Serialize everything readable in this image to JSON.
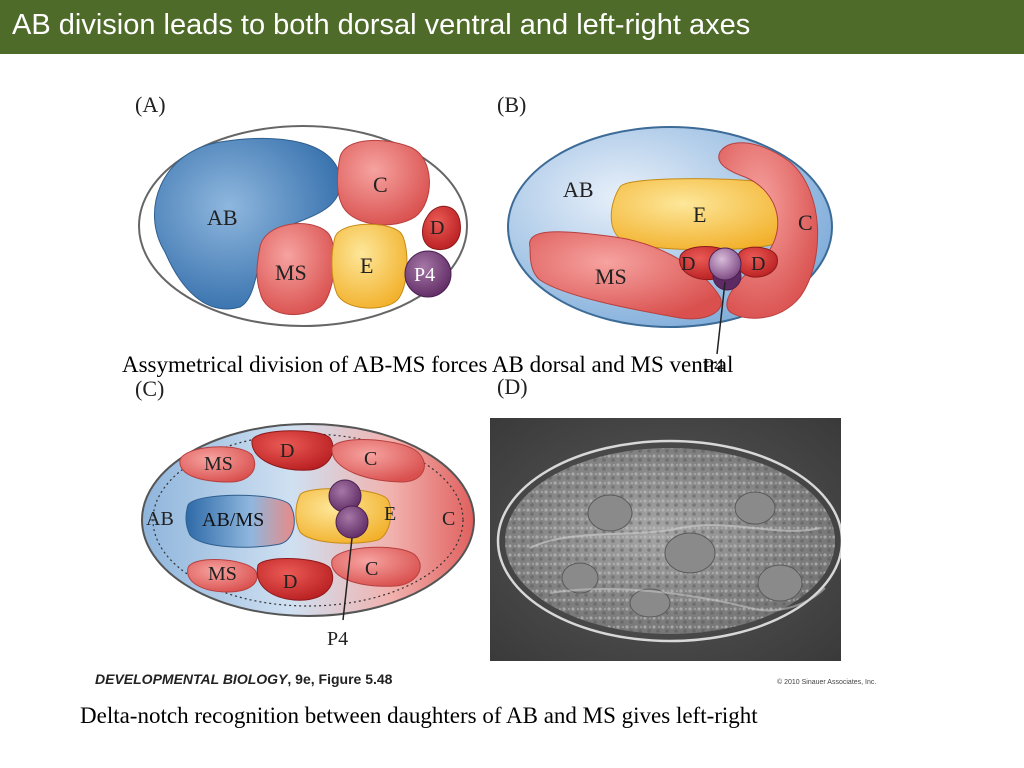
{
  "title": "AB division leads to both dorsal ventral and left-right axes",
  "panels": {
    "a": {
      "label": "(A)",
      "cells": {
        "ab": "AB",
        "c": "C",
        "d": "D",
        "ms": "MS",
        "e": "E",
        "p4": "P4"
      }
    },
    "b": {
      "label": "(B)",
      "cells": {
        "ab": "AB",
        "e": "E",
        "c": "C",
        "ms": "MS",
        "d_left": "D",
        "d_right": "D",
        "p4": "P4"
      }
    },
    "c": {
      "label": "(C)",
      "cells": {
        "ms_top": "MS",
        "d_top": "D",
        "c_top": "C",
        "ab": "AB",
        "abms": "AB/MS",
        "e": "E",
        "c_right": "C",
        "ms_bottom": "MS",
        "d_bottom": "D",
        "c_bottom": "C",
        "p4": "P4"
      }
    },
    "d": {
      "label": "(D)"
    }
  },
  "captions": {
    "middle": "Assymetrical division of AB-MS forces AB dorsal and MS ventral",
    "bottom": "Delta-notch recognition between daughters of AB and MS gives left-right"
  },
  "credit": {
    "book": "DEVELOPMENTAL BIOLOGY",
    "rest": ", 9e, Figure 5.48",
    "copyright": "© 2010 Sinauer Associates, Inc."
  },
  "colors": {
    "title_bg": "#4e6b2a",
    "blue_cell": "#3f7cb8",
    "red_cell": "#e0605e",
    "dark_red": "#cc2a2a",
    "yellow_cell": "#f7c64a",
    "purple_cell": "#7a3f7e"
  }
}
